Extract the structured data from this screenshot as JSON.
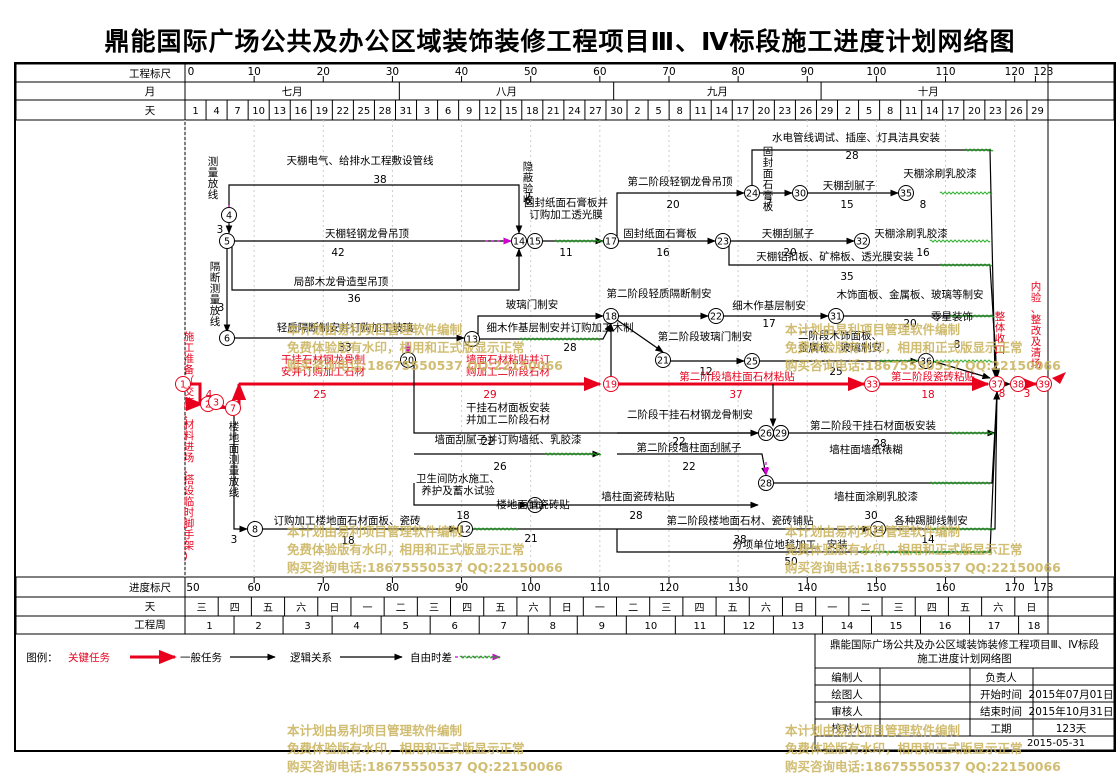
{
  "title": "鼎能国际广场公共及办公区域装饰装修工程项目Ⅲ、Ⅳ标段施工进度计划网络图",
  "colors": {
    "critical": "#e8001c",
    "normal": "#000000",
    "free_float": "#d400d4",
    "wave": "#22aa22",
    "watermark": "#c9b25a"
  },
  "scale": {
    "label_top": "工程标尺",
    "ticks_top": [
      "0",
      "10",
      "20",
      "30",
      "40",
      "50",
      "60",
      "70",
      "80",
      "90",
      "100",
      "110",
      "120",
      "123"
    ],
    "label_month": "月",
    "months": [
      "七月",
      "八月",
      "九月",
      "十月"
    ],
    "label_day": "天",
    "days": [
      "1",
      "4",
      "7",
      "10",
      "13",
      "16",
      "19",
      "22",
      "25",
      "28",
      "31",
      "3",
      "6",
      "9",
      "12",
      "15",
      "18",
      "21",
      "24",
      "27",
      "30",
      "2",
      "5",
      "8",
      "11",
      "14",
      "17",
      "20",
      "23",
      "26",
      "29",
      "2",
      "5",
      "8",
      "11",
      "14",
      "17",
      "20",
      "23",
      "26",
      "29"
    ],
    "label_bottom": "进度标尺",
    "ticks_bottom": [
      "50",
      "60",
      "70",
      "80",
      "90",
      "100",
      "110",
      "120",
      "130",
      "140",
      "150",
      "160",
      "170",
      "173"
    ],
    "label_weekday": "天",
    "weekdays": [
      "三",
      "日",
      "四",
      "一",
      "五",
      "二",
      "六",
      "三",
      "日",
      "四",
      "一",
      "五",
      "二",
      "六",
      "三",
      "日",
      "四",
      "一",
      "五",
      "二",
      "六",
      "三",
      "日",
      "四",
      "一",
      "五",
      "二",
      "六",
      "三",
      "日",
      "四",
      "一",
      "五",
      "二",
      "六",
      "三",
      "日",
      "四",
      "一",
      "五",
      "二",
      "六",
      "三",
      "日",
      "四",
      "一",
      "五",
      "二",
      "六",
      "三",
      "日",
      "四"
    ],
    "label_week": "工程周",
    "weeks": [
      "1",
      "2",
      "3",
      "4",
      "5",
      "6",
      "7",
      "8",
      "9",
      "10",
      "11",
      "12",
      "13",
      "14",
      "15",
      "16",
      "17",
      "18"
    ]
  },
  "nodes": [
    "1",
    "2",
    "3",
    "4",
    "5",
    "6",
    "7",
    "8",
    "12",
    "13",
    "14",
    "15",
    "16",
    "17",
    "18",
    "19",
    "20",
    "21",
    "22",
    "23",
    "24",
    "25",
    "26",
    "27",
    "28",
    "29",
    "30",
    "31",
    "32",
    "33",
    "34",
    "35",
    "36",
    "37",
    "38",
    "39"
  ],
  "tasks": [
    {
      "label": "天棚电气、给排水工程敷设管线",
      "dur": "38"
    },
    {
      "label": "天棚轻钢龙骨吊顶",
      "dur": "42"
    },
    {
      "label": "局部木龙骨造型吊顶",
      "dur": "36"
    },
    {
      "label": "隐蔽验收",
      "dur": "2"
    },
    {
      "label": "固封纸面石膏板并订购加工透光膜",
      "dur": "11"
    },
    {
      "label": "第二阶段轻钢龙骨吊顶",
      "dur": "20"
    },
    {
      "label": "固封纸面石膏板",
      "dur": "16"
    },
    {
      "label": "天棚刮腻子",
      "dur": "20"
    },
    {
      "label": "天棚涂刷乳胶漆",
      "dur": "16"
    },
    {
      "label": "天棚铝扣板、矿棉板、透光膜安装",
      "dur": "35"
    },
    {
      "label": "水电管线调试、插座、灯具洁具安装",
      "dur": "28"
    },
    {
      "label": "固封面石膏板",
      "dur": "7"
    },
    {
      "label": "天棚刮腻子",
      "dur": "15"
    },
    {
      "label": "天棚涂刷乳胶漆",
      "dur": "8"
    },
    {
      "label": "轻质隔断制安并订购加工玻璃",
      "dur": "33"
    },
    {
      "label": "玻璃门制安",
      "dur": ""
    },
    {
      "label": "细木作基层制安并订购加工木制",
      "dur": "28"
    },
    {
      "label": "第二阶段轻质隔断制安",
      "dur": ""
    },
    {
      "label": "细木作基层制安",
      "dur": "17"
    },
    {
      "label": "木饰面板、金属板、玻璃等制安",
      "dur": "20"
    },
    {
      "label": "第二阶段玻璃门制安",
      "dur": "12"
    },
    {
      "label": "二阶段木饰面板、金属板、玻璃制安",
      "dur": "25"
    },
    {
      "label": "干挂石材钢龙骨制安并订购加工石材",
      "dur": "25"
    },
    {
      "label": "墙面石材粘贴并订购加工二阶段石材",
      "dur": "29"
    },
    {
      "label": "第二阶段墙柱面石材粘贴",
      "dur": "37"
    },
    {
      "label": "第二阶段瓷砖粘贴",
      "dur": "18"
    },
    {
      "label": "干挂石材面板安装并加工二阶段石材",
      "dur": "22"
    },
    {
      "label": "墙面刮腻子并订购墙纸、乳胶漆",
      "dur": "26"
    },
    {
      "label": "二阶段干挂石材钢龙骨制安",
      "dur": "22"
    },
    {
      "label": "第二阶段墙柱面刮腻子",
      "dur": "22"
    },
    {
      "label": "第二阶段干挂石材面板安装",
      "dur": "28"
    },
    {
      "label": "墙柱面墙纸裱糊",
      "dur": ""
    },
    {
      "label": "卫生间防水施工、养护及蓄水试验",
      "dur": "18"
    },
    {
      "label": "楼地面铺瓷砖贴",
      "dur": "21"
    },
    {
      "label": "墙柱面瓷砖粘贴",
      "dur": "28"
    },
    {
      "label": "墙柱面涂刷乳胶漆",
      "dur": "30"
    },
    {
      "label": "订购加工楼地面石材面板、瓷砖",
      "dur": "18"
    },
    {
      "label": "第二阶段楼地面石材、瓷砖铺贴",
      "dur": "38"
    },
    {
      "label": "各种踢脚线制安",
      "dur": "14"
    },
    {
      "label": "分项单位地毯加工、安装",
      "dur": "50"
    },
    {
      "label": "施工准备（交底、材料进场、搭设临时脚手架）",
      "dur": "4"
    },
    {
      "label": "测量放线",
      "dur": "3"
    },
    {
      "label": "隔断测量放线",
      "dur": "3"
    },
    {
      "label": "楼地面测量放线",
      "dur": "3"
    },
    {
      "label": "整体收口",
      "dur": "8"
    },
    {
      "label": "内验、整改及清场",
      "dur": "3"
    },
    {
      "label": "零星装饰",
      "dur": "8"
    }
  ],
  "legend": {
    "label": "图例：",
    "items": [
      "关键任务",
      "一般任务",
      "逻辑关系",
      "自由时差"
    ]
  },
  "infobox": {
    "title": "鼎能国际广场公共及办公区域装饰装修工程项目Ⅲ、Ⅳ标段施工进度计划网络图",
    "rows": [
      {
        "k": "编制人",
        "v": "",
        "k2": "负责人",
        "v2": ""
      },
      {
        "k": "绘图人",
        "v": "",
        "k2": "开始时间",
        "v2": "2015年07月01日"
      },
      {
        "k": "审核人",
        "v": "",
        "k2": "结束时间",
        "v2": "2015年10月31日"
      },
      {
        "k": "校对人",
        "v": "",
        "k2": "工期",
        "v2": "123天"
      }
    ],
    "date": "2015-05-31"
  },
  "watermark": {
    "line1": "本计划由易利项目管理软件编制",
    "line2": "免费体验版有水印，相用和正式版显示正常",
    "line3": "购买咨询电话:18675550537 QQ:22150066"
  }
}
